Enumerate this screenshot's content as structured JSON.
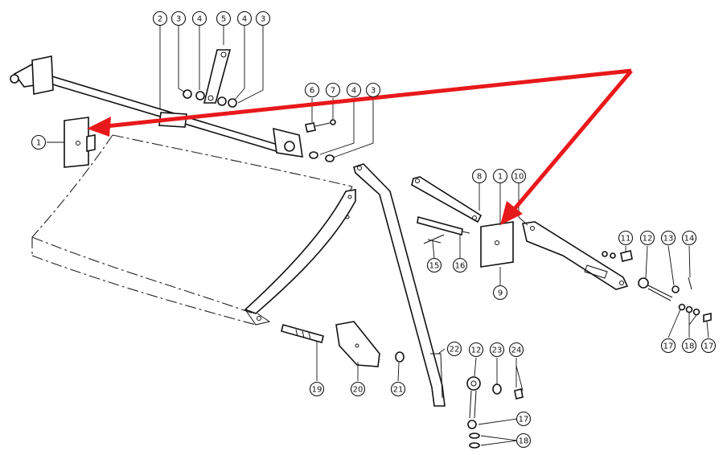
{
  "diagram": {
    "callouts": [
      {
        "id": "c-top-2",
        "label": "2"
      },
      {
        "id": "c-top-3a",
        "label": "3"
      },
      {
        "id": "c-top-4a",
        "label": "4"
      },
      {
        "id": "c-top-5",
        "label": "5"
      },
      {
        "id": "c-top-4b",
        "label": "4"
      },
      {
        "id": "c-top-3b",
        "label": "3"
      },
      {
        "id": "c-1-left",
        "label": "1"
      },
      {
        "id": "c-6",
        "label": "6"
      },
      {
        "id": "c-7",
        "label": "7"
      },
      {
        "id": "c-4-mid",
        "label": "4"
      },
      {
        "id": "c-3-mid",
        "label": "3"
      },
      {
        "id": "c-8",
        "label": "8"
      },
      {
        "id": "c-1-right",
        "label": "1"
      },
      {
        "id": "c-10",
        "label": "10"
      },
      {
        "id": "c-9",
        "label": "9"
      },
      {
        "id": "c-11",
        "label": "11"
      },
      {
        "id": "c-12-right",
        "label": "12"
      },
      {
        "id": "c-13",
        "label": "13"
      },
      {
        "id": "c-14",
        "label": "14"
      },
      {
        "id": "c-15",
        "label": "15"
      },
      {
        "id": "c-16",
        "label": "16"
      },
      {
        "id": "c-17-right",
        "label": "17"
      },
      {
        "id": "c-18-right",
        "label": "18"
      },
      {
        "id": "c-17-far",
        "label": "17"
      },
      {
        "id": "c-19",
        "label": "19"
      },
      {
        "id": "c-20",
        "label": "20"
      },
      {
        "id": "c-21",
        "label": "21"
      },
      {
        "id": "c-22",
        "label": "22"
      },
      {
        "id": "c-12-bottom",
        "label": "12"
      },
      {
        "id": "c-23",
        "label": "23"
      },
      {
        "id": "c-24",
        "label": "24"
      },
      {
        "id": "c-17-bottom",
        "label": "17"
      },
      {
        "id": "c-18-bottom",
        "label": "18"
      }
    ],
    "arrow_color": "#e8191b",
    "line_color": "#111111"
  }
}
